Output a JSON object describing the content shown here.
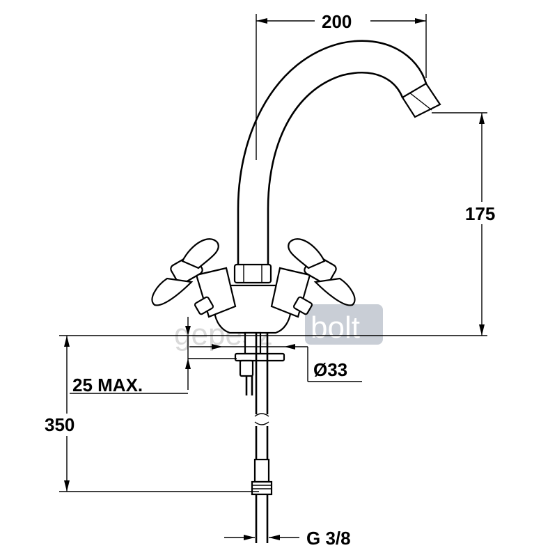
{
  "dimensions": {
    "spout_reach": "200",
    "spout_height": "175",
    "base_diameter": "Ø33",
    "max_deck_thickness": "25 MAX.",
    "hose_length": "350",
    "connection_thread": "G 3/8"
  },
  "watermark": {
    "part1": "gepész",
    "part2": "bolt"
  },
  "colors": {
    "line": "#000000",
    "background": "#ffffff",
    "watermark_gray": "#d6d6d6",
    "watermark_badge": "#c9ced6"
  }
}
